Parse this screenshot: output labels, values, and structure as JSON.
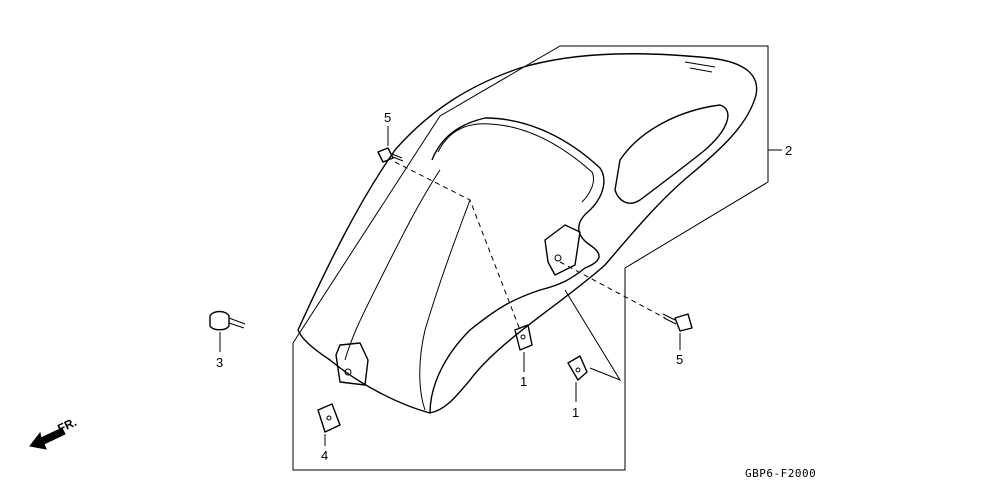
{
  "diagram": {
    "callouts": [
      {
        "id": "callout-1a",
        "text": "1"
      },
      {
        "id": "callout-1b",
        "text": "1"
      },
      {
        "id": "callout-2",
        "text": "2"
      },
      {
        "id": "callout-3",
        "text": "3"
      },
      {
        "id": "callout-4",
        "text": "4"
      },
      {
        "id": "callout-5a",
        "text": "5"
      },
      {
        "id": "callout-5b",
        "text": "5"
      }
    ],
    "direction_label": "FR.",
    "drawing_code": "GBP6-F2000"
  }
}
